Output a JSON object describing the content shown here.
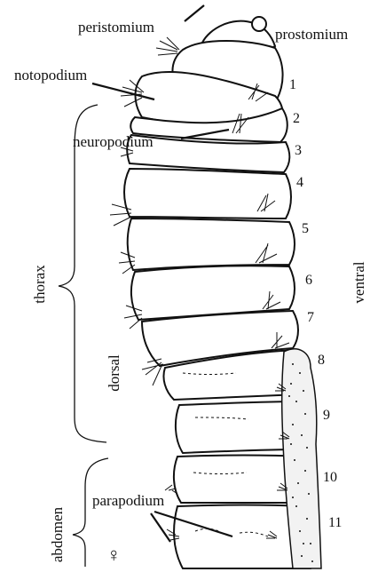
{
  "labels": {
    "peristomium": "peristomium",
    "prostomium": "prostomium",
    "notopodium": "notopodium",
    "neuropodium": "neuropodium",
    "parapodium": "parapodium",
    "thorax": "thorax",
    "dorsal": "dorsal",
    "ventral": "ventral",
    "abdomen": "abdomen",
    "female_symbol": "♀"
  },
  "segment_numbers": [
    "1",
    "2",
    "3",
    "4",
    "5",
    "6",
    "7",
    "8",
    "9",
    "10",
    "11"
  ],
  "colors": {
    "ink": "#111111",
    "background": "#ffffff"
  }
}
